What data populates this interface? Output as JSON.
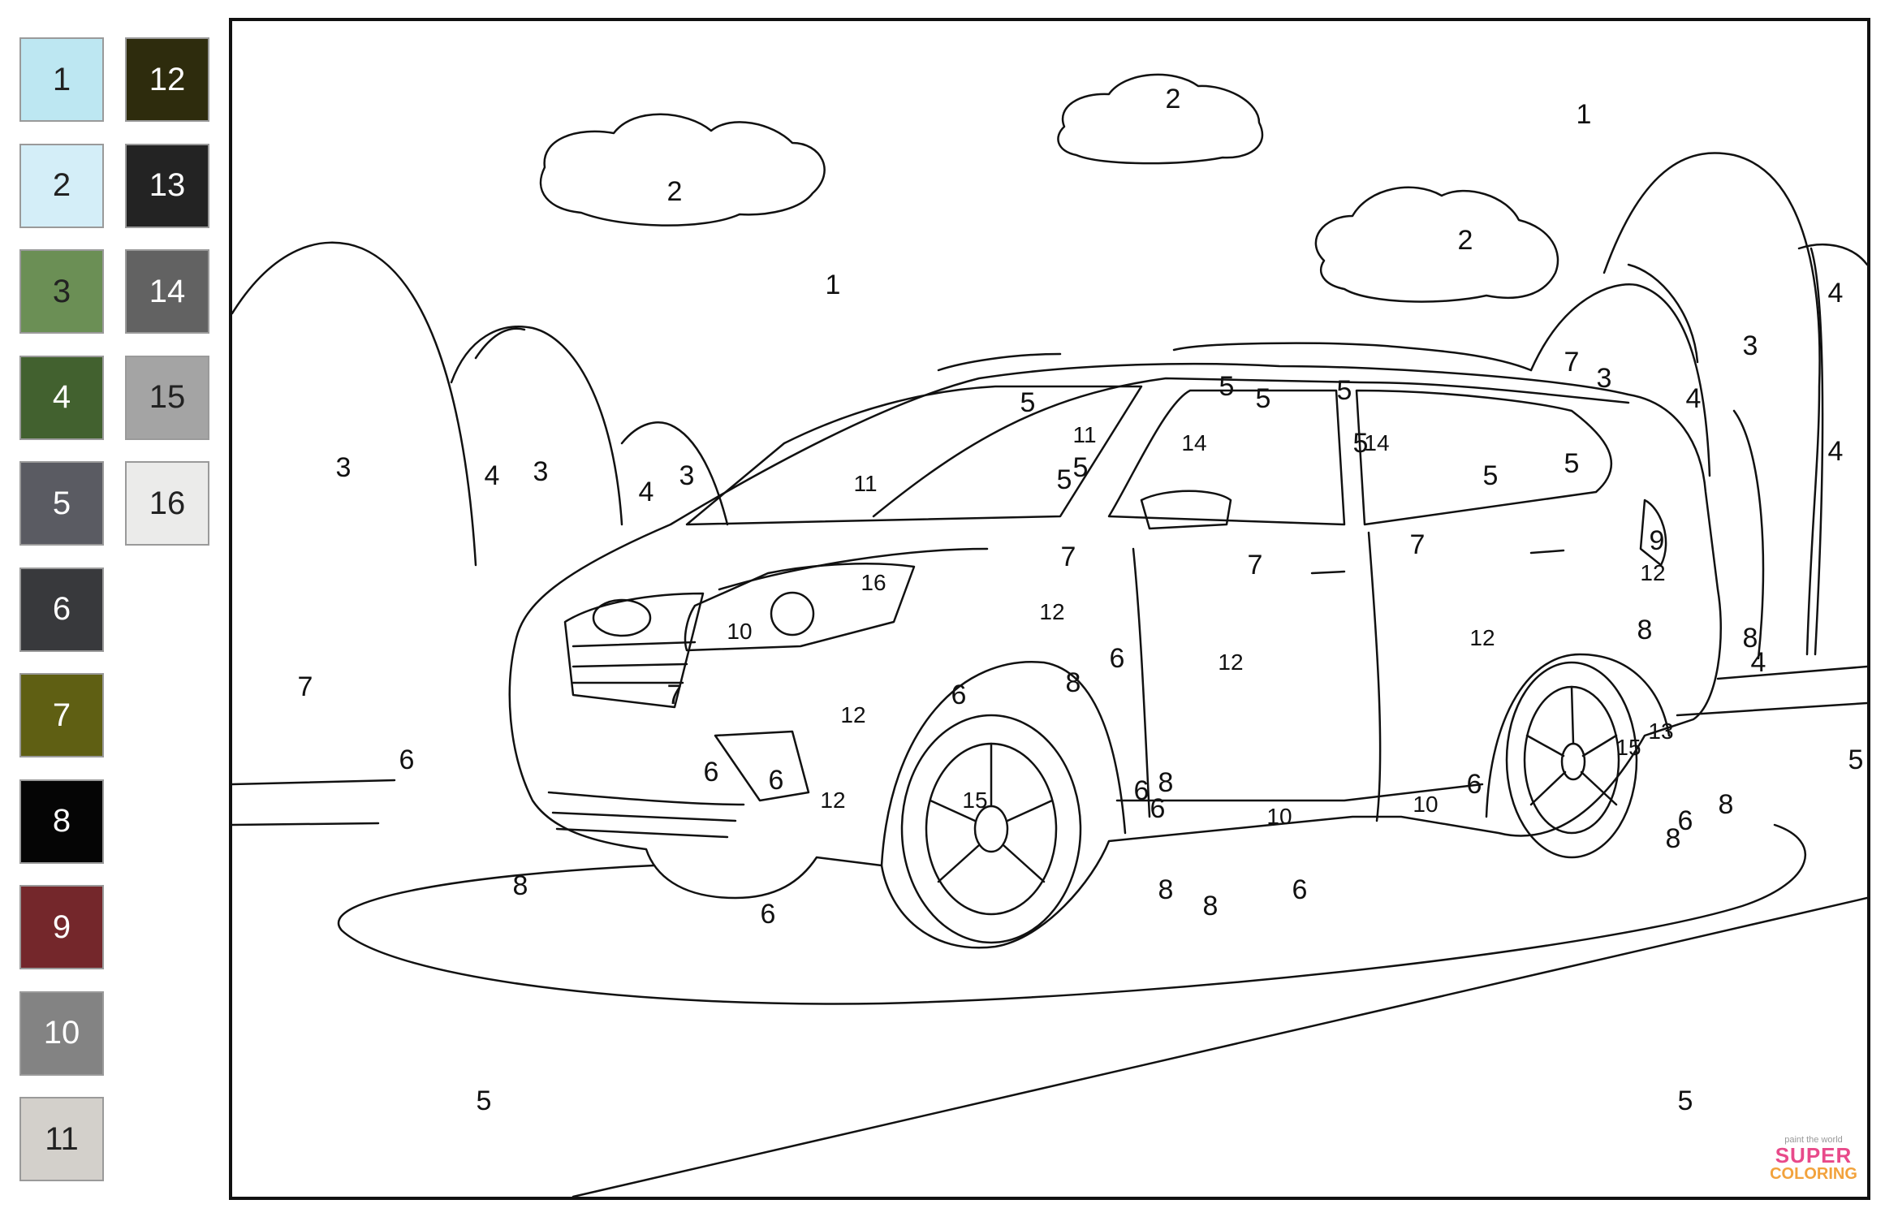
{
  "palette": [
    {
      "label": "1",
      "color": "#bde7f2"
    },
    {
      "label": "2",
      "color": "#d4eef8"
    },
    {
      "label": "3",
      "color": "#6b8f55"
    },
    {
      "label": "4",
      "color": "#42612f"
    },
    {
      "label": "5",
      "color": "#5a5b62"
    },
    {
      "label": "6",
      "color": "#38393c"
    },
    {
      "label": "7",
      "color": "#5f5f13"
    },
    {
      "label": "8",
      "color": "#050505"
    },
    {
      "label": "9",
      "color": "#74272b"
    },
    {
      "label": "10",
      "color": "#838383"
    },
    {
      "label": "11",
      "color": "#d3d0cb"
    },
    {
      "label": "12",
      "color": "#2e2c0d"
    },
    {
      "label": "13",
      "color": "#232323"
    },
    {
      "label": "14",
      "color": "#626262"
    },
    {
      "label": "15",
      "color": "#a4a4a4"
    },
    {
      "label": "16",
      "color": "#ebebea"
    }
  ],
  "regions": [
    "2",
    "2",
    "2",
    "1",
    "1",
    "3",
    "3",
    "3",
    "3",
    "3",
    "4",
    "4",
    "4",
    "4",
    "4",
    "4",
    "5",
    "5",
    "5",
    "5",
    "5",
    "5",
    "5",
    "5",
    "5",
    "5",
    "5",
    "5",
    "11",
    "11",
    "14",
    "14",
    "7",
    "7",
    "7",
    "7",
    "7",
    "7",
    "16",
    "10",
    "9",
    "12",
    "12",
    "12",
    "12",
    "12",
    "12",
    "6",
    "6",
    "6",
    "6",
    "6",
    "6",
    "6",
    "6",
    "6",
    "6",
    "6",
    "8",
    "8",
    "8",
    "8",
    "8",
    "8",
    "8",
    "8",
    "8",
    "15",
    "15",
    "13",
    "10",
    "10"
  ],
  "watermark": {
    "tagline": "paint the world",
    "line1": "SUPER",
    "line2": "COLORING"
  }
}
